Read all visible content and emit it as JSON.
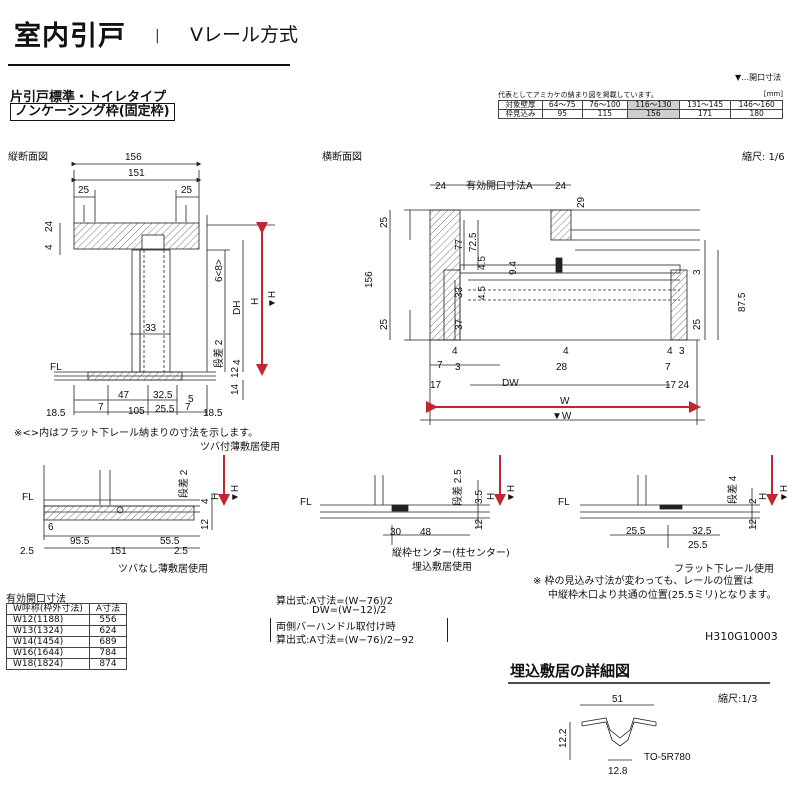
{
  "header": {
    "title": "室内引戸",
    "separator": "|",
    "subtitle": "Vレール方式",
    "variant": "片引戸標準・トイレタイプ",
    "frame_type": "ノンケーシング枠(固定枠)"
  },
  "legend_open": "▼…開口寸法",
  "spec_table": {
    "note": "代表としてアミカケの納まり図を掲載しています。",
    "unit": "[mm]",
    "row1_label": "対象壁厚",
    "row1": [
      "64〜75",
      "76〜100",
      "116〜130",
      "131〜145",
      "146〜160"
    ],
    "row2_label": "枠見込み",
    "row2": [
      "95",
      "115",
      "156",
      "171",
      "180"
    ]
  },
  "section_vertical": {
    "label": "縦断面図",
    "dims": {
      "w156": "156",
      "w151": "151",
      "d25a": "25",
      "d25b": "25",
      "d4": "4",
      "d24": "24",
      "d6_8": "6<8>",
      "dh": "DH",
      "h": "H",
      "vh": "▼H",
      "d33": "33",
      "step": "段差 2",
      "d4b": "4",
      "d14": "14",
      "d12": "12",
      "fl": "FL",
      "d47": "47",
      "d32_5": "32.5",
      "d7a": "7",
      "d105": "105",
      "d25_5": "25.5",
      "d7b": "7",
      "d18_5a": "18.5",
      "d5": "5",
      "d18_5b": "18.5"
    }
  },
  "section_horizontal": {
    "label": "横断面図",
    "scale": "縮尺: 1/6",
    "dims": {
      "d24a": "24",
      "opening_a": "有効開口寸法A",
      "d24b": "24",
      "d29": "29",
      "d25a": "25",
      "d156": "156",
      "d77": "77",
      "d72_5": "72.5",
      "d9_4": "9.4",
      "d4_5a": "4.5",
      "d33": "33",
      "d4_5b": "4.5",
      "d37": "37",
      "d25b": "25",
      "d3": "3",
      "d87_5": "87.5",
      "d25c": "25",
      "d7": "7",
      "d4a": "4",
      "d3a": "3",
      "d17a": "17",
      "d4b": "4",
      "d28": "28",
      "dw": "DW",
      "d4c": "4",
      "d7b": "7",
      "d3b": "3",
      "d17b": "17",
      "d24c": "24",
      "w": "W",
      "vw": "▼W"
    }
  },
  "note_flat_rail": "※<>内はフラット下レール納まりの寸法を示します。",
  "detail_tsuba": {
    "label": "ツバ付薄敷居使用",
    "dims": {
      "fl": "FL",
      "step": "段差 2",
      "h": "H",
      "vh": "▼H",
      "d4": "4",
      "d12": "12",
      "d6": "6",
      "d95_5": "95.5",
      "d55_5": "55.5",
      "d2_5a": "2.5",
      "d151": "151",
      "d2_5b": "2.5"
    },
    "caption": "ツバなし薄敷居使用"
  },
  "detail_embedded": {
    "dims": {
      "fl": "FL",
      "step": "段差 2.5",
      "h": "H",
      "vh": "▼H",
      "d3_5": "3.5",
      "d12": "12",
      "d30": "30",
      "d48": "48"
    },
    "center_label": "縦枠センター(柱センター)",
    "caption": "埋込敷居使用"
  },
  "detail_flat": {
    "dims": {
      "fl": "FL",
      "step": "段差 4",
      "h": "H",
      "vh": "▼H",
      "d2": "2",
      "d12": "12",
      "d25_5a": "25.5",
      "d32_5": "32.5",
      "d25_5b": "25.5"
    },
    "caption": "フラット下レール使用"
  },
  "note_frame": {
    "line1": "※ 枠の見込み寸法が変わっても、レールの位置は",
    "line2": "中縦枠木口より共通の位置(25.5ミリ)となります。"
  },
  "opening_table": {
    "title": "有効開口寸法",
    "headers": [
      "W呼称(枠外寸法)",
      "A寸法"
    ],
    "rows": [
      [
        "W12(1188)",
        "556"
      ],
      [
        "W13(1324)",
        "624"
      ],
      [
        "W14(1454)",
        "689"
      ],
      [
        "W16(1644)",
        "784"
      ],
      [
        "W18(1824)",
        "874"
      ]
    ]
  },
  "formulas": {
    "line1": "算出式:A寸法=(W−76)/2",
    "line2": "DW=(W−12)/2",
    "line3": "両側バーハンドル取付け時",
    "line4": "算出式:A寸法=(W−76)/2−92"
  },
  "drawing_code": "H310G10003",
  "embedded_detail": {
    "title": "埋込敷居の詳細図",
    "scale": "縮尺:1/3",
    "d51": "51",
    "d12_2": "12.2",
    "d12_8": "12.8",
    "part": "TO-5R780"
  },
  "colors": {
    "accent_arrow": "#c0282d",
    "hatch": "#555555",
    "line": "#222222"
  }
}
